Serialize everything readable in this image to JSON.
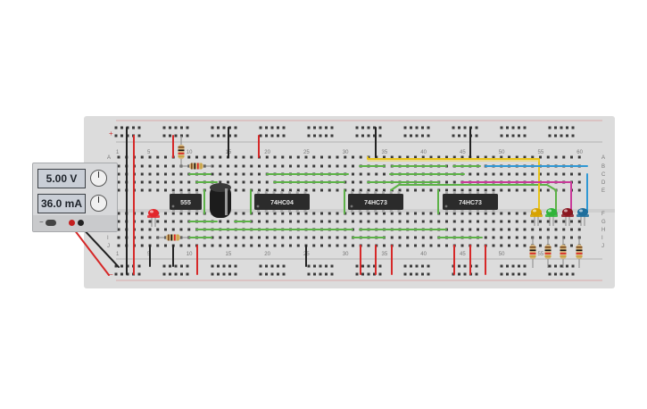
{
  "power_supply": {
    "voltage": "5.00 V",
    "current": "36.0 mA",
    "neg_mark": "−",
    "pos_mark": "+"
  },
  "chips": [
    {
      "label": "555"
    },
    {
      "label": "74HC04"
    },
    {
      "label": "74HC73"
    },
    {
      "label": "74HC73"
    }
  ],
  "column_numbers_top": [
    "1",
    "5",
    "10",
    "15",
    "20",
    "25",
    "30",
    "35",
    "40",
    "45",
    "50",
    "55",
    "60"
  ],
  "column_numbers_bottom": [
    "1",
    "5",
    "10",
    "15",
    "20",
    "25",
    "30",
    "35",
    "40",
    "45",
    "50",
    "55",
    "60"
  ],
  "row_letters_top": [
    "A",
    "B",
    "C",
    "D",
    "E"
  ],
  "row_letters_bottom": [
    "F",
    "G",
    "H",
    "I",
    "J"
  ],
  "rail_marks": {
    "plus": "+",
    "minus": "−"
  },
  "leds": [
    {
      "color": "#d7a300"
    },
    {
      "color": "#2fb43a"
    },
    {
      "color": "#8b1620"
    },
    {
      "color": "#1f6e9c"
    }
  ],
  "colors": {
    "breadboard": "#dcdcdc",
    "wire_green": "#5cb247",
    "wire_yellow": "#e8c31a",
    "wire_blue": "#2f98d4",
    "wire_magenta": "#c93a9a",
    "wire_red": "#d62828",
    "wire_black": "#222222"
  }
}
